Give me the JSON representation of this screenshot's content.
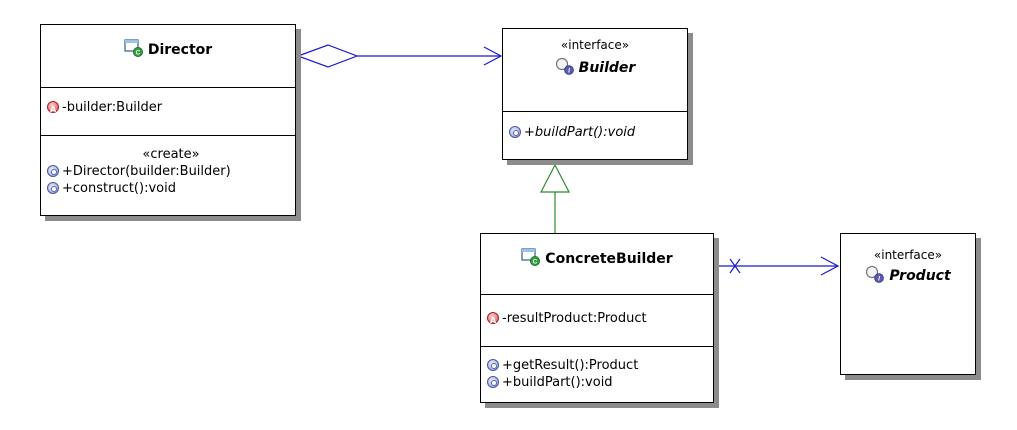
{
  "classes": {
    "director": {
      "name": "Director",
      "attributes": [
        "-builder:Builder"
      ],
      "stereotype_ops": "«create»",
      "operations": [
        "+Director(builder:Builder)",
        "+construct():void"
      ]
    },
    "builder": {
      "stereotype": "«interface»",
      "name": "Builder",
      "operations": [
        "+buildPart():void"
      ]
    },
    "concrete_builder": {
      "name": "ConcreteBuilder",
      "attributes": [
        "-resultProduct:Product"
      ],
      "operations": [
        "+getResult():Product",
        "+buildPart():void"
      ]
    },
    "product": {
      "stereotype": "«interface»",
      "name": "Product"
    }
  },
  "icons": {
    "class": "class-icon",
    "interface": "interface-icon",
    "public_method": "public-method-icon",
    "private_field": "private-field-icon"
  },
  "colors": {
    "association": "#1a1acc",
    "realization": "#2e8b2e",
    "shadow": "#8c8c8c"
  }
}
